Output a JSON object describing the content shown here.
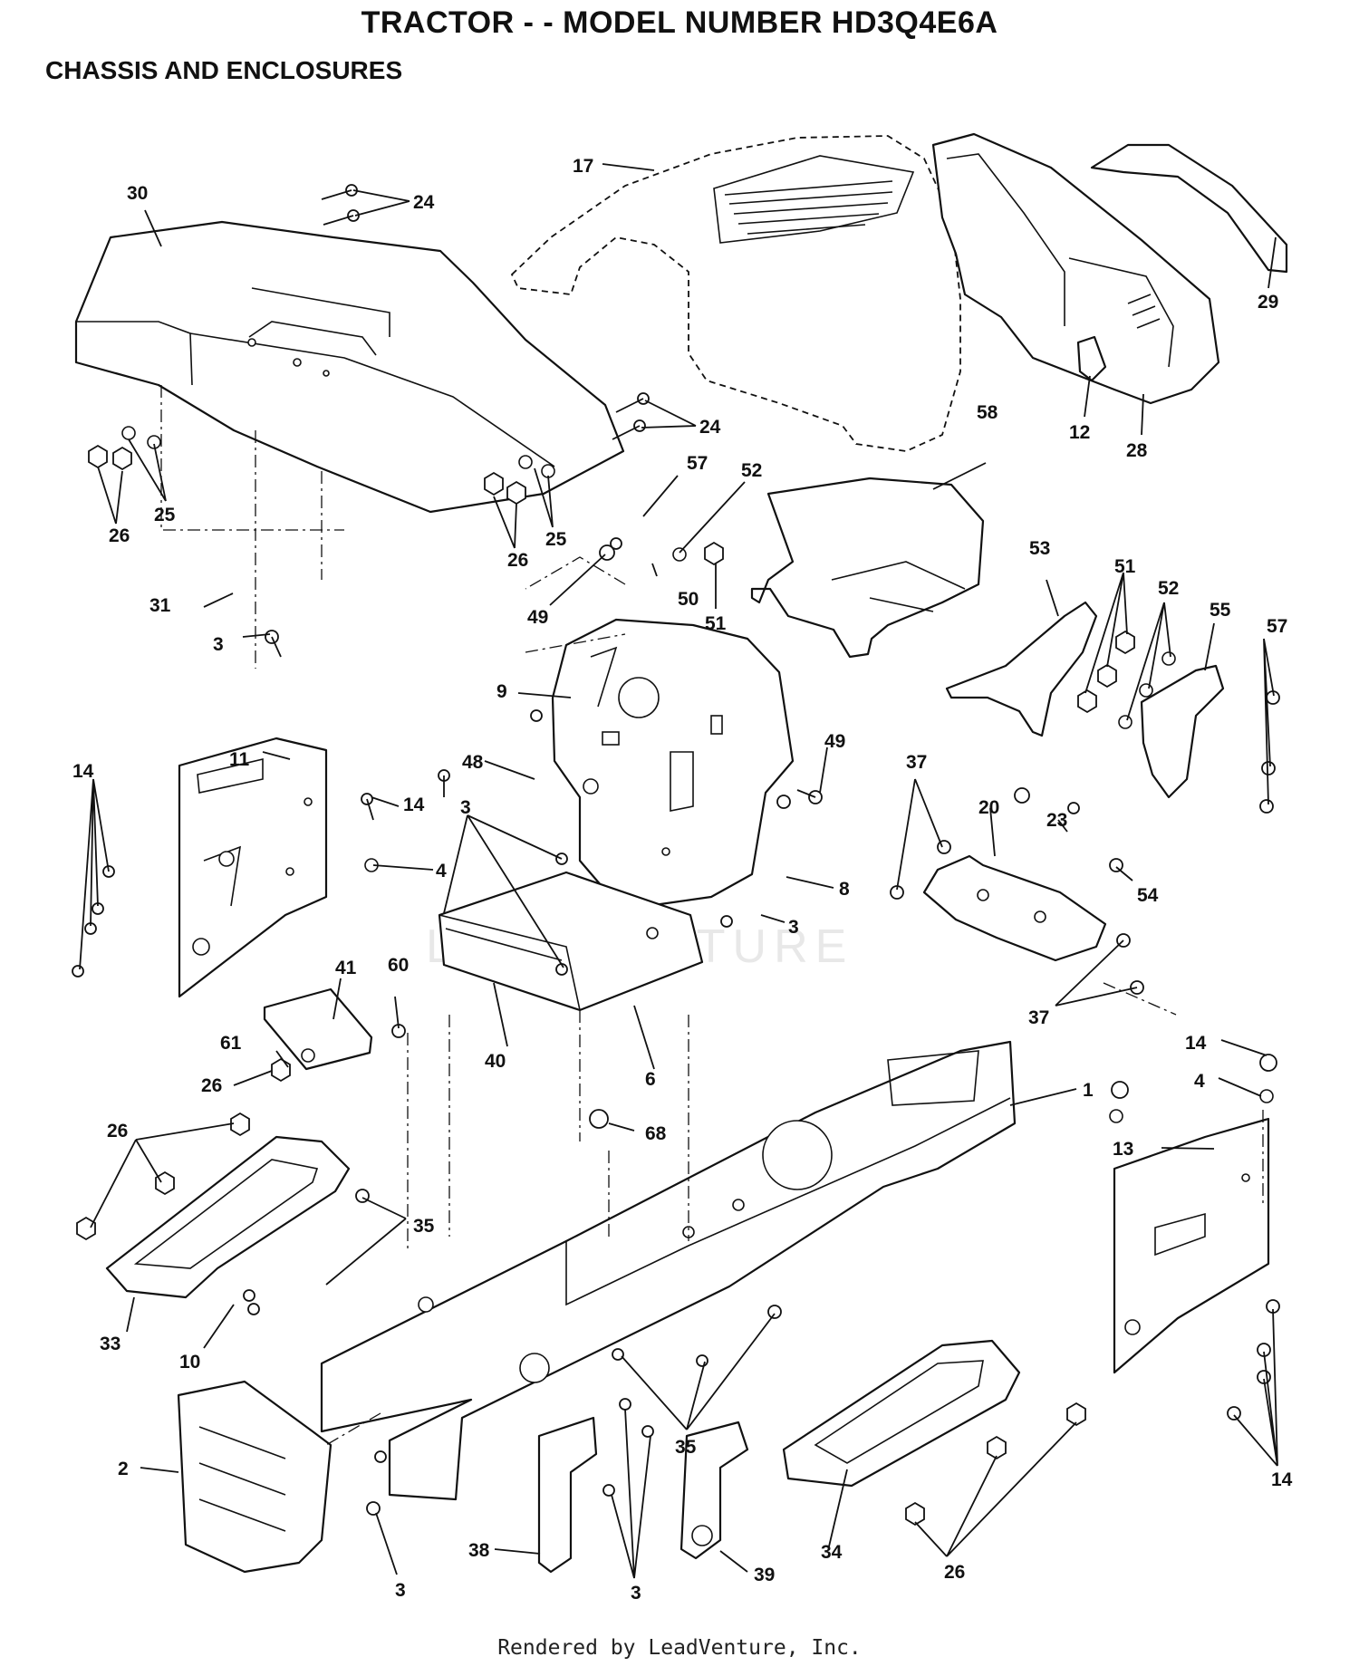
{
  "title": "TRACTOR - - MODEL NUMBER HD3Q4E6A",
  "subtitle": "CHASSIS AND ENCLOSURES",
  "footer": "Rendered by LeadVenture, Inc.",
  "watermark": "LEADVENTURE",
  "callouts": [
    "30",
    "24",
    "17",
    "29",
    "28",
    "12",
    "24",
    "58",
    "25",
    "26",
    "25",
    "26",
    "57",
    "52",
    "31",
    "3",
    "49",
    "50",
    "51",
    "53",
    "51",
    "52",
    "55",
    "57",
    "9",
    "48",
    "49",
    "11",
    "14",
    "14",
    "4",
    "3",
    "8",
    "37",
    "20",
    "23",
    "54",
    "3",
    "37",
    "41",
    "60",
    "40",
    "6",
    "61",
    "26",
    "14",
    "4",
    "1",
    "68",
    "26",
    "13",
    "35",
    "33",
    "10",
    "35",
    "2",
    "3",
    "38",
    "3",
    "39",
    "34",
    "26",
    "14"
  ]
}
